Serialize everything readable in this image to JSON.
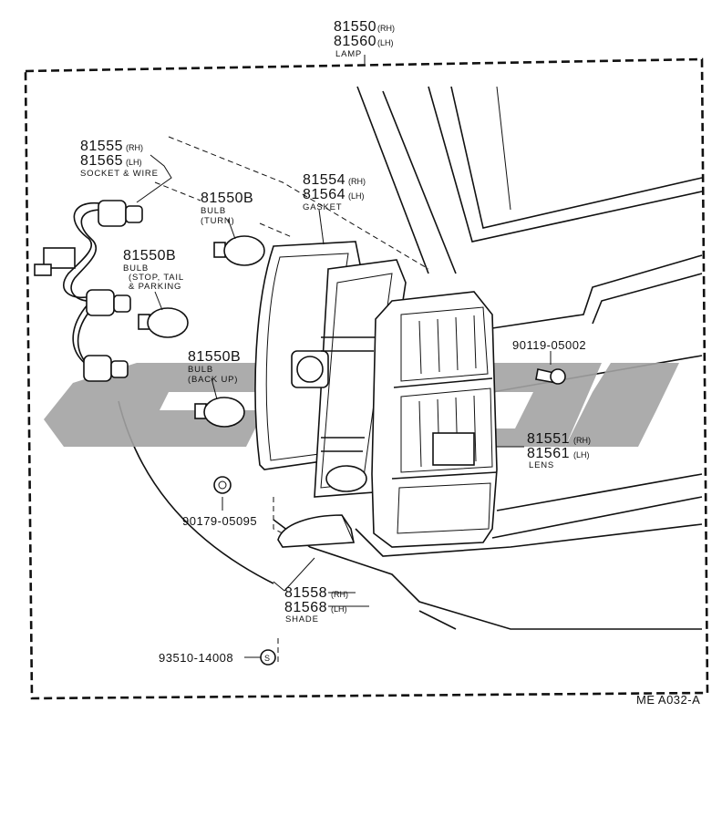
{
  "lamp": {
    "pn_rh": "81550",
    "rh": "(RH)",
    "pn_lh": "81560",
    "lh": "(LH)",
    "name": "LAMP"
  },
  "socket": {
    "pn_rh": "81555",
    "rh": "(RH)",
    "pn_lh": "81565",
    "lh": "(LH)",
    "name": "SOCKET & WIRE"
  },
  "bulb_turn": {
    "pn": "81550B",
    "name": "BULB",
    "detail": "(TURN)"
  },
  "bulb_stop": {
    "pn": "81550B",
    "name": "BULB",
    "detail1": "(STOP, TAIL",
    "detail2": "& PARKING"
  },
  "bulb_back": {
    "pn": "81550B",
    "name": "BULB",
    "detail": "(BACK UP)"
  },
  "gasket": {
    "pn_rh": "81554",
    "rh": "(RH)",
    "pn_lh": "81564",
    "lh": "(LH)",
    "name": "GASKET"
  },
  "screw": {
    "code": "90119-05002"
  },
  "lens": {
    "pn_rh": "81551",
    "rh": "(RH)",
    "pn_lh": "81561",
    "lh": "(LH)",
    "name": "LENS"
  },
  "nut": {
    "code": "90179-05095"
  },
  "shade": {
    "pn_rh": "81558",
    "rh": "(RH)",
    "pn_lh": "81568",
    "lh": "(LH)",
    "name": "SHADE"
  },
  "clip": {
    "code": "93510-14008",
    "symbol": "S"
  },
  "diagram_code": "ME A032-A",
  "colors": {
    "ink": "#111111",
    "watermark": "#a3a3a3",
    "background": "#ffffff"
  }
}
